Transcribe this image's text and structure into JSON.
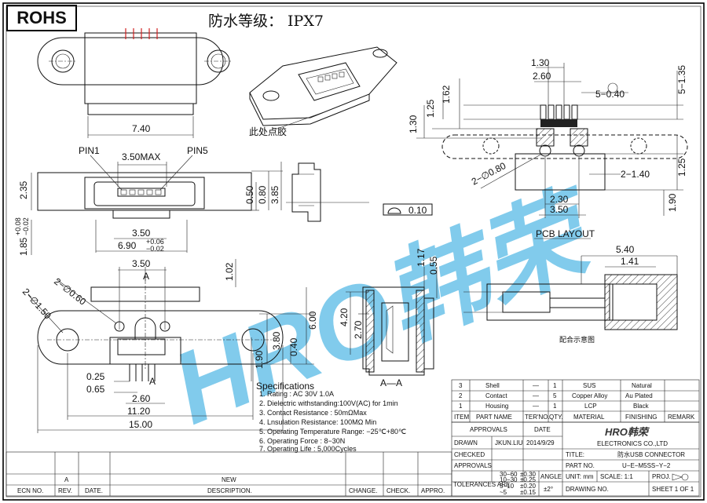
{
  "header": {
    "rohs": "ROHS",
    "waterproof": "防水等级：  IPX7"
  },
  "watermark": "HRO韩荣",
  "notes": {
    "glue_point": "此处点胶",
    "pcb_layout": "PCB LAYOUT",
    "fit_diagram": "配合示意图",
    "section": "A—A"
  },
  "dims": {
    "d740": "7.40",
    "d350max": "3.50MAX",
    "pin1": "PIN1",
    "pin5": "PIN5",
    "d235": "2.35",
    "d050": "0.50",
    "d080": "0.80",
    "d385": "3.85",
    "d185": "1.85",
    "d185p": "+0.08",
    "d185m": "−0.02",
    "d350a": "3.50",
    "d690": "6.90",
    "d690p": "+0.06",
    "d690m": "−0.02",
    "flat": "0.10",
    "d130a": "1.30",
    "d260a": "2.60",
    "d162": "1.62",
    "d125a": "1.25",
    "d130b": "1.30",
    "d5x040": "5−0.40",
    "d5x135": "5−1.35",
    "d2x080": "2−∅0.80",
    "d2x140": "2−1.40",
    "d125b": "1.25",
    "d190a": "1.90",
    "d230": "2.30",
    "d350b": "3.50",
    "d350c": "3.50",
    "mark_a1": "A",
    "d2x060": "2−∅0.60",
    "d2x150": "2−∅1.50",
    "d102": "1.02",
    "d117": "1.17",
    "d055": "0.55",
    "d420": "4.20",
    "d270": "2.70",
    "d600": "6.00",
    "d380": "3.80",
    "d040": "0.40",
    "d190b": "1.90",
    "d025": "0.25",
    "d065": "0.65",
    "mark_a2": "A",
    "d260b": "2.60",
    "d1120": "11.20",
    "d1500": "15.00",
    "d540": "5.40",
    "d141": "1.41"
  },
  "specifications": {
    "title": "Specifications",
    "lines": [
      "1. Rating : AC 30V  1.0A",
      "2. Dielectric withstanding:100V(AC) for 1min",
      "3. Contact Resistance : 50mΩMax",
      "4. Lnsulation Resistance: 100MΩ Min",
      "5. Operating Temperature Range: −25℃+80℃",
      "6. Operating Force : 8−30N",
      "7. Operating Life : 5,000Cycles"
    ]
  },
  "bom": {
    "headers": [
      "ITEM",
      "PART NAME",
      "TER'NO.",
      "QTY.",
      "MATERIAL",
      "FINISHING",
      "REMARK"
    ],
    "rows": [
      {
        "item": "3",
        "name": "Shell",
        "ter": "—",
        "qty": "1",
        "material": "SUS",
        "finishing": "Natural",
        "remark": ""
      },
      {
        "item": "2",
        "name": "Contact",
        "ter": "—",
        "qty": "5",
        "material": "Copper Alloy",
        "finishing": "Au Plated",
        "remark": ""
      },
      {
        "item": "1",
        "name": "Housing",
        "ter": "—",
        "qty": "1",
        "material": "LCP",
        "finishing": "Black",
        "remark": ""
      }
    ]
  },
  "titleblock": {
    "approvals": "APPROVALS",
    "date": "DATE",
    "drawn": "DRAWN",
    "drawn_by": "JKUN.LIU",
    "drawn_date": "2014/9/29",
    "checked": "CHECKED",
    "approvals2": "APPROVALS",
    "logo": "HRO韩荣",
    "company": "ELECTRONICS CO.,LTD",
    "title_label": "TITLE:",
    "title_value": "防水USB CONNECTOR",
    "partno_label": "PART NO.",
    "partno_value": "U−E−M5SS−Y−2",
    "tol_label": "TOLERANCES ARE",
    "tol_rows": [
      [
        "30−60",
        "±0.30"
      ],
      [
        "10−30",
        "±0.25"
      ],
      [
        "5−10",
        "±0.20"
      ],
      [
        "~5",
        "±0.15"
      ]
    ],
    "angle": "ANGLE",
    "angle_val": "±2°",
    "unit": "UNIT: mm",
    "scale": "SCALE:  1:1",
    "proj": "PROJ.",
    "drawing_no": "DRAWING NO.",
    "sheet": "SHEET   1  OF  1"
  },
  "revision": {
    "rev_value": "A",
    "new": "NEW",
    "headers": [
      "ECN NO.",
      "REV.",
      "DATE.",
      "DESCRIPTION.",
      "CHANGE.",
      "CHECK.",
      "APPRO."
    ]
  },
  "colors": {
    "watermark": "#1aa0dc",
    "line": "#111111"
  }
}
